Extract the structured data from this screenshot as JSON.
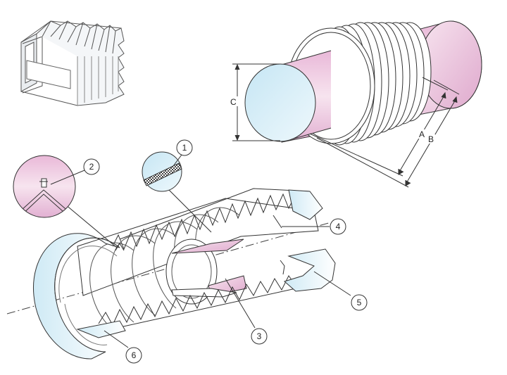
{
  "diagram": {
    "dimension_labels": {
      "c": "C",
      "a": "A",
      "b": "B"
    },
    "callouts": [
      {
        "id": "1",
        "label": "1"
      },
      {
        "id": "2",
        "label": "2"
      },
      {
        "id": "3",
        "label": "3"
      },
      {
        "id": "4",
        "label": "4"
      },
      {
        "id": "5",
        "label": "5"
      },
      {
        "id": "6",
        "label": "6"
      }
    ],
    "colors": {
      "pink": "#ecc6df",
      "blue": "#d7eef6",
      "outline": "#333333",
      "bellows_fill": "#f4f6f8"
    }
  }
}
